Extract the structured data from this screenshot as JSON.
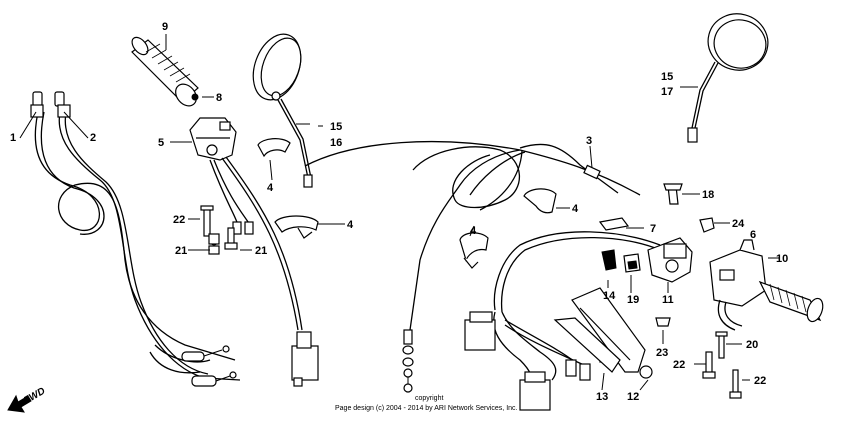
{
  "callouts": {
    "c1": "1",
    "c2": "2",
    "c3": "3",
    "c4a": "4",
    "c4b": "4",
    "c4c": "4",
    "c4d": "4",
    "c5": "5",
    "c6": "6",
    "c7": "7",
    "c8": "8",
    "c9": "9",
    "c10": "10",
    "c11": "11",
    "c12": "12",
    "c13": "13",
    "c14": "14",
    "c15a": "15",
    "c16": "16",
    "c15b": "15",
    "c17": "17",
    "c18": "18",
    "c19": "19",
    "c20": "20",
    "c21a": "21",
    "c21b": "21",
    "c22a": "22",
    "c22b": "22",
    "c22c": "22",
    "c23": "23",
    "c24": "24"
  },
  "fwd_label": "FWD",
  "copyright_line1": "copyright",
  "copyright_line2": "Page design (c) 2004 - 2014 by ARI Network Services, Inc.",
  "colors": {
    "line": "#000000",
    "background": "#ffffff"
  }
}
